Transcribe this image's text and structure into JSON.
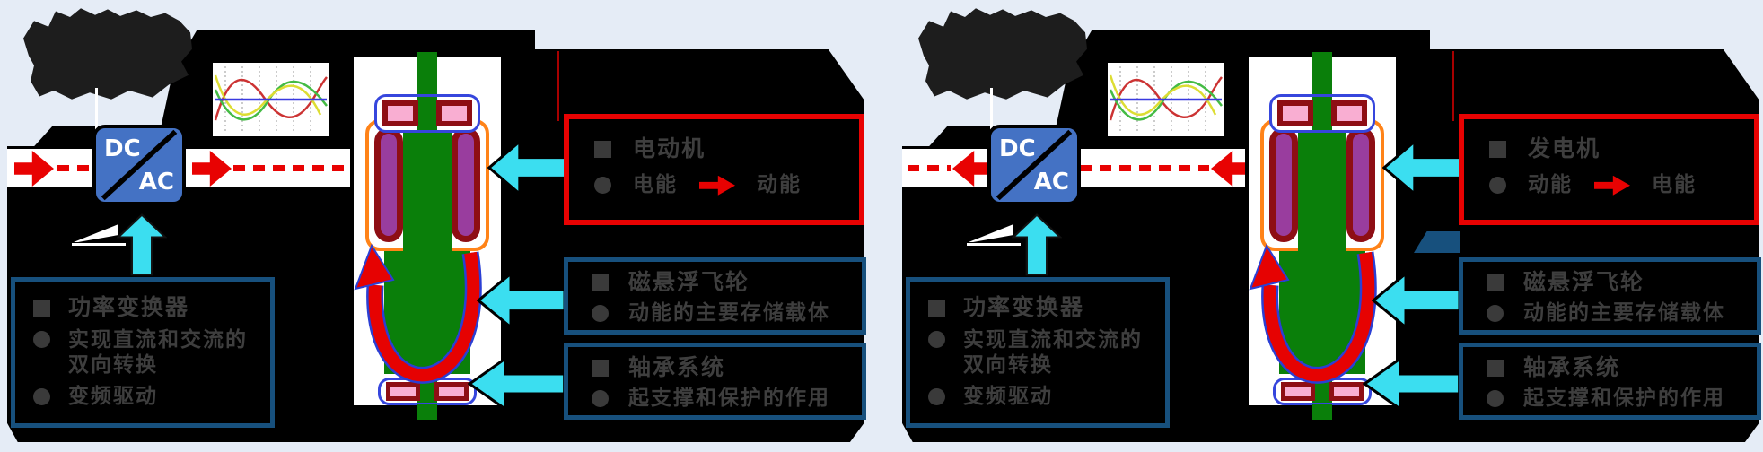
{
  "page": {
    "background": "#e5ecf6"
  },
  "colors": {
    "pagebg": "#e5ecf6",
    "red": "#e80202",
    "cyan": "#3bdef0",
    "green": "#0a7f0a",
    "dkblue": "#17507d",
    "boxblue": "#4472c4",
    "orange": "#ff8318",
    "maroon": "#8e0e14",
    "pink": "#f9aed2",
    "purple": "#993d9e",
    "royal": "#3646dd",
    "textgray": "#3e3e3e",
    "blob": "#1d1d1d"
  },
  "icons": {
    "waveform": "three-phase-ac-waveform",
    "waveform_series_colors": [
      "#cc3333",
      "#44bb44",
      "#dddd33"
    ],
    "callout_arrow": "cyan-left-arrow",
    "rotation_arrow": "red-u-rotation-arrow"
  },
  "panels": [
    {
      "name": "charging-mode",
      "flow_direction": "right",
      "converter": {
        "top_label": "DC",
        "bottom_label": "AC"
      },
      "energy_box": {
        "title": "电动机",
        "from": "电能",
        "to": "动能"
      },
      "flywheel_box": {
        "title": "磁悬浮飞轮",
        "desc": "动能的主要存储载体"
      },
      "bearing_box": {
        "title": "轴承系统",
        "desc": "起支撑和保护的作用"
      },
      "power_box": {
        "title": "功率变换器",
        "desc1": "实现直流和交流的双向转换",
        "desc2": "变频驱动"
      }
    },
    {
      "name": "discharging-mode",
      "flow_direction": "left",
      "converter": {
        "top_label": "DC",
        "bottom_label": "AC"
      },
      "energy_box": {
        "title": "发电机",
        "from": "动能",
        "to": "电能"
      },
      "flywheel_box": {
        "title": "磁悬浮飞轮",
        "desc": "动能的主要存储载体"
      },
      "bearing_box": {
        "title": "轴承系统",
        "desc": "起支撑和保护的作用"
      },
      "power_box": {
        "title": "功率变换器",
        "desc1": "实现直流和交流的双向转换",
        "desc2": "变频驱动"
      }
    }
  ]
}
